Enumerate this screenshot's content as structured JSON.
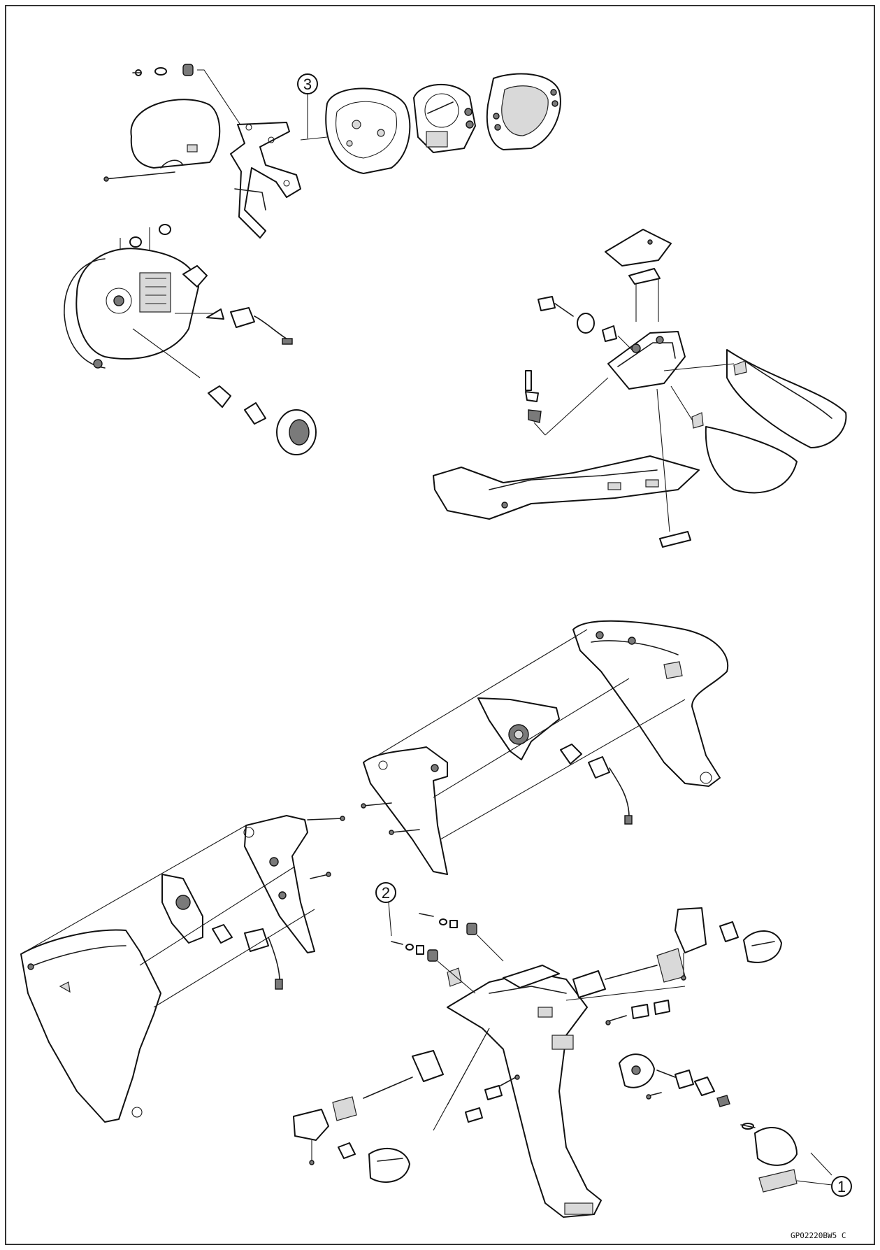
{
  "callouts": [
    {
      "id": "1",
      "label": "1"
    },
    {
      "id": "2",
      "label": "2"
    },
    {
      "id": "3",
      "label": "3"
    }
  ],
  "figure_code": "GP02220BW5 C",
  "colors": {
    "line": "#1a1a1a",
    "paper": "#ffffff",
    "frame": "#333333"
  }
}
